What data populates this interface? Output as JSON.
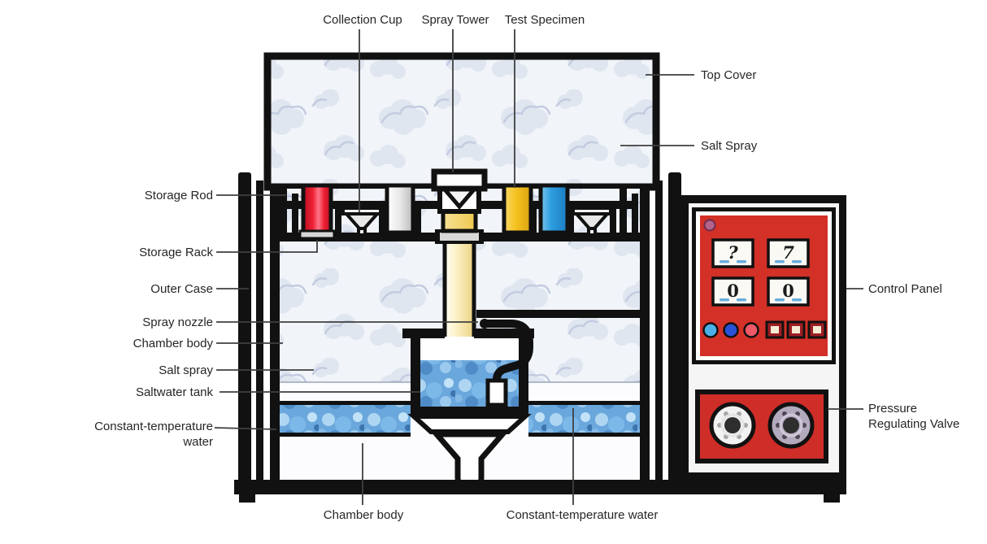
{
  "labels": {
    "collection_cup": "Collection Cup",
    "spray_tower": "Spray Tower",
    "test_specimen": "Test Specimen",
    "storage_rod": "Storage Rod",
    "storage_rack": "Storage Rack",
    "outer_case": "Outer Case",
    "spray_nozzle": "Spray nozzle",
    "chamber_body_left": "Chamber body",
    "salt_spray_left": "Salt spray",
    "saltwater_tank": "Saltwater tank",
    "constant_temperature_water_left": "Constant-temperature water",
    "top_cover": "Top Cover",
    "salt_spray_right": "Salt Spray",
    "control_panel": "Control Panel",
    "pressure_regulating_valve": "Pressure Regulating Valve",
    "chamber_body_bottom": "Chamber body",
    "constant_temperature_water_bottom": "Constant-temperature water"
  },
  "control_panel": {
    "indicator_light": "magenta-lamp",
    "displays": [
      {
        "value": "?"
      },
      {
        "value": "7"
      },
      {
        "value": "0"
      },
      {
        "value": "0"
      }
    ],
    "round_buttons": [
      "light-blue",
      "blue",
      "red"
    ],
    "square_button_count": 3
  },
  "pressure_regulating_valve": {
    "knobs": [
      "white-knob",
      "gray-knob"
    ]
  },
  "colors": {
    "outline_black": "#111111",
    "panel_red": "#d33027",
    "water_blue": "#6aa7dc",
    "specimen_red": "#e01b2e",
    "specimen_yellow": "#f5c21f",
    "specimen_blue": "#2d9de0",
    "tower_yellow": "#f3df9e",
    "display_dash_blue": "#6aaede"
  }
}
